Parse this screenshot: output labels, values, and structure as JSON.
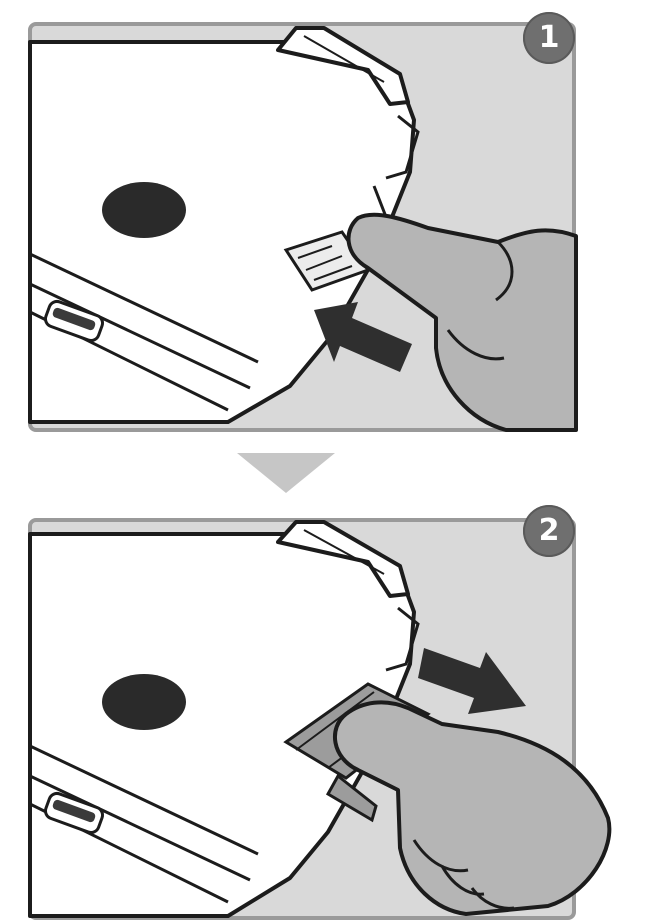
{
  "steps": [
    {
      "number": "1",
      "action": "push-card-in"
    },
    {
      "number": "2",
      "action": "pull-card-out"
    }
  ],
  "colors": {
    "panel_background": "#d9d9d9",
    "panel_border": "#9a9a9a",
    "console_body": "#ffffff",
    "outline": "#1c1c1c",
    "hand": "#b5b5b5",
    "arrow": "#2f2f2f",
    "badge": "#6f6f6f",
    "step_arrow": "#c6c6c6"
  }
}
